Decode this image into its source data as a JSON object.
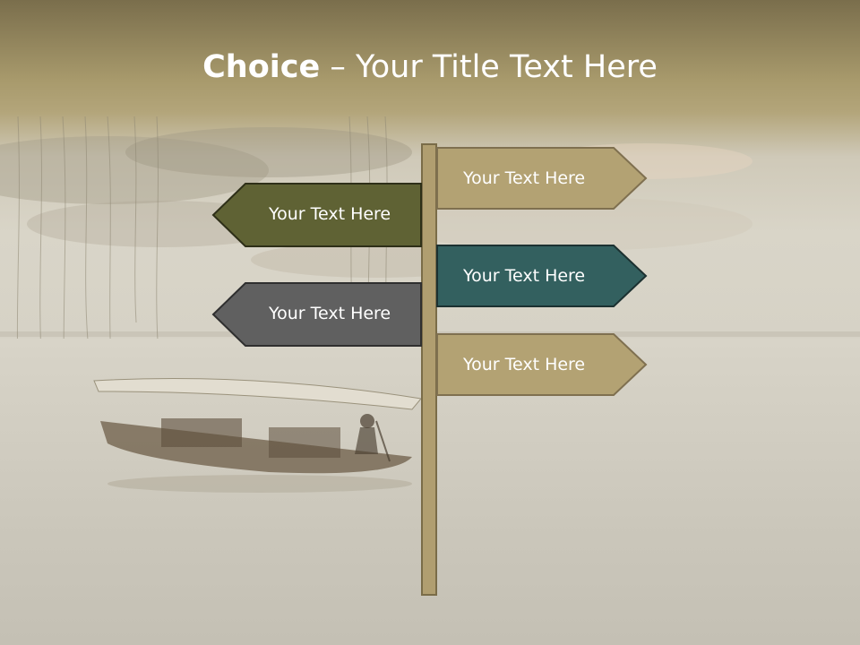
{
  "slide": {
    "title_bold": "Choice",
    "title_rest": " – Your Title Text Here"
  },
  "signs": [
    {
      "label": "Your Text Here",
      "direction": "right",
      "color": "#b3a273"
    },
    {
      "label": "Your Text Here",
      "direction": "left",
      "color": "#5f6234"
    },
    {
      "label": "Your Text Here",
      "direction": "right",
      "color": "#33605f"
    },
    {
      "label": "Your Text Here",
      "direction": "left",
      "color": "#606060"
    },
    {
      "label": "Your Text Here",
      "direction": "right",
      "color": "#b3a273"
    }
  ]
}
